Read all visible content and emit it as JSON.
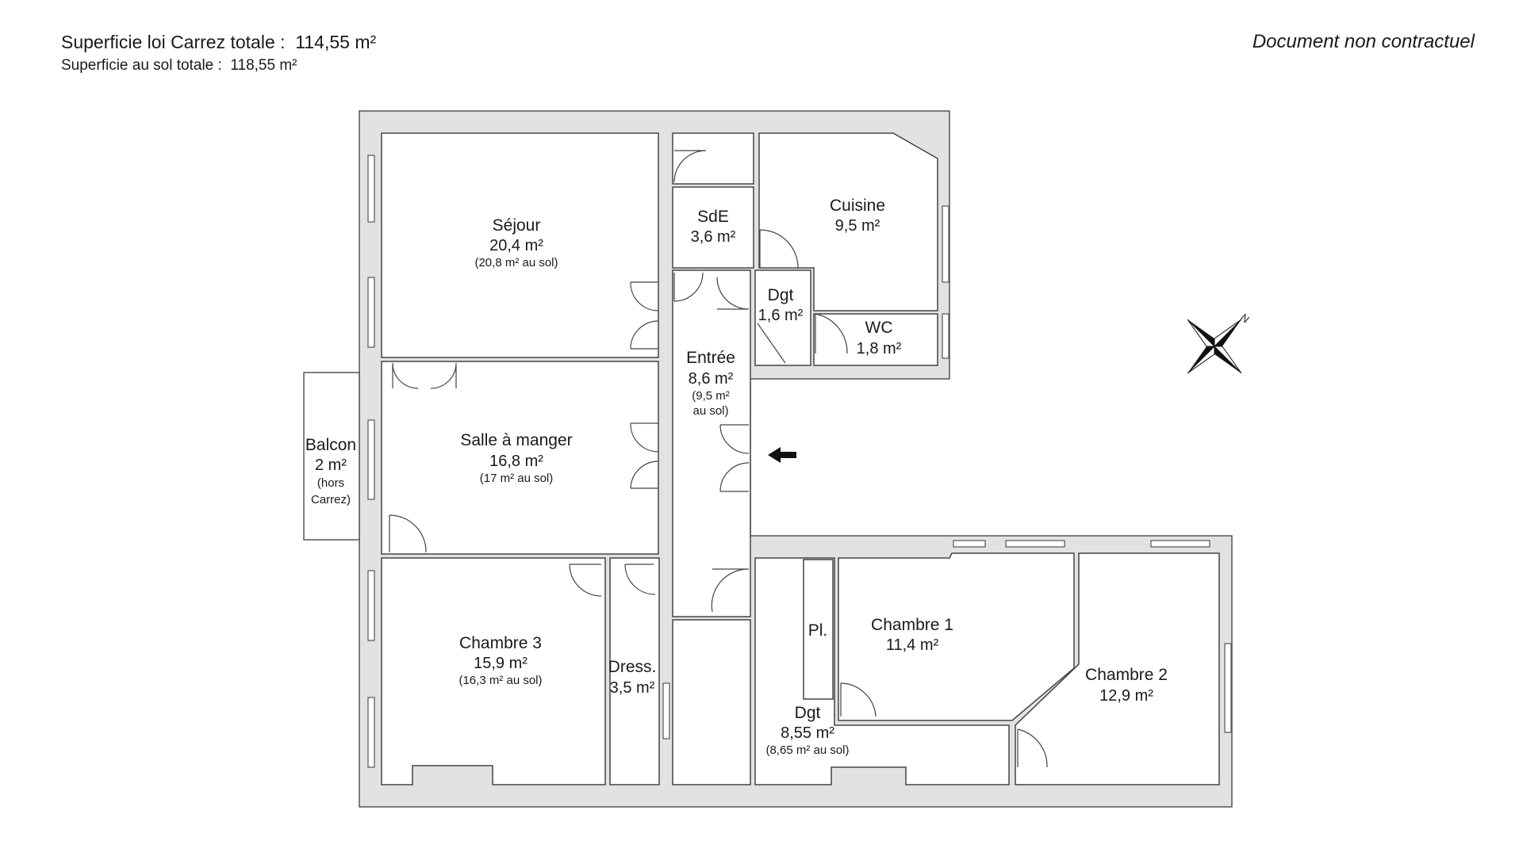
{
  "header": {
    "carrez_label": "Superficie loi Carrez totale :",
    "carrez_value": "114,55 m²",
    "floor_label": "Superficie au sol totale :",
    "floor_value": "118,55 m²",
    "disclaimer": "Document non contractuel"
  },
  "compass": {
    "north_letter": "N"
  },
  "rooms": {
    "sejour": {
      "name": "Séjour",
      "area": "20,4 m²",
      "note": "(20,8 m² au sol)"
    },
    "salle": {
      "name": "Salle à manger",
      "area": "16,8 m²",
      "note": "(17 m² au sol)"
    },
    "chambre3": {
      "name": "Chambre 3",
      "area": "15,9 m²",
      "note": "(16,3 m² au sol)"
    },
    "dress": {
      "name": "Dress.",
      "area": "3,5 m²"
    },
    "sde": {
      "name": "SdE",
      "area": "3,6 m²"
    },
    "cuisine": {
      "name": "Cuisine",
      "area": "9,5 m²"
    },
    "dgt1": {
      "name": "Dgt",
      "area": "1,6 m²"
    },
    "wc": {
      "name": "WC",
      "area": "1,8 m²"
    },
    "entree": {
      "name": "Entrée",
      "area": "8,6 m²",
      "note1": "(9,5 m²",
      "note2": "au sol)"
    },
    "balcon": {
      "name": "Balcon",
      "area": "2 m²",
      "note1": "(hors",
      "note2": "Carrez)"
    },
    "chambre1": {
      "name": "Chambre 1",
      "area": "11,4 m²"
    },
    "chambre2": {
      "name": "Chambre 2",
      "area": "12,9 m²"
    },
    "dgt2": {
      "name": "Dgt",
      "area": "8,55 m²",
      "note": "(8,65 m² au sol)"
    },
    "placard": {
      "name": "Pl."
    }
  }
}
